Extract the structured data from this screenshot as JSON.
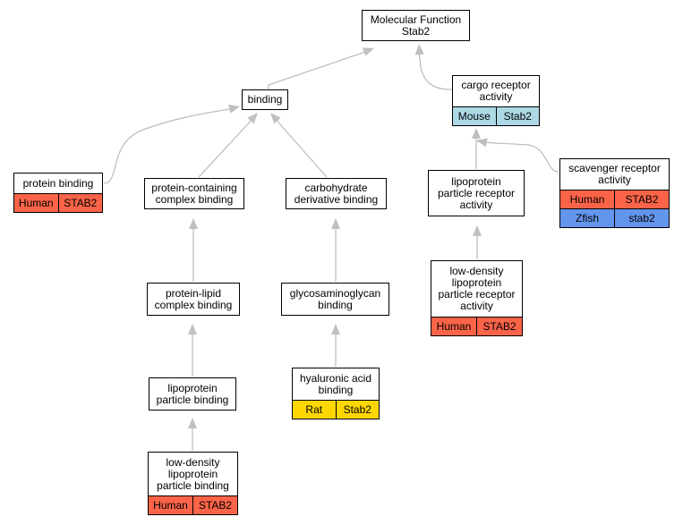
{
  "colors": {
    "edge": "#c0c0c0",
    "human": "#fb6448",
    "mouse": "#add8e6",
    "rat": "#ffd700",
    "zfish": "#6495ed"
  },
  "nodes": {
    "mf": {
      "title": "Molecular Function\nStab2",
      "annotations": []
    },
    "binding": {
      "title": "binding",
      "annotations": []
    },
    "cargo": {
      "title": "cargo receptor\nactivity",
      "annotations": [
        {
          "species": "Mouse",
          "gene": "Stab2",
          "color": "#add8e6"
        }
      ]
    },
    "protein_binding": {
      "title": "protein binding",
      "annotations": [
        {
          "species": "Human",
          "gene": "STAB2",
          "color": "#fb6448"
        }
      ]
    },
    "pcc": {
      "title": "protein-containing\ncomplex binding",
      "annotations": []
    },
    "carb": {
      "title": "carbohydrate\nderivative binding",
      "annotations": []
    },
    "lpr": {
      "title": "lipoprotein\nparticle receptor\nactivity",
      "annotations": []
    },
    "scav": {
      "title": "scavenger receptor\nactivity",
      "annotations": [
        {
          "species": "Human",
          "gene": "STAB2",
          "color": "#fb6448"
        },
        {
          "species": "Zfish",
          "gene": "stab2",
          "color": "#6495ed"
        }
      ]
    },
    "plcb": {
      "title": "protein-lipid\ncomplex binding",
      "annotations": []
    },
    "gag": {
      "title": "glycosaminoglycan\nbinding",
      "annotations": []
    },
    "ldlr": {
      "title": "low-density\nlipoprotein\nparticle receptor\nactivity",
      "annotations": [
        {
          "species": "Human",
          "gene": "STAB2",
          "color": "#fb6448"
        }
      ]
    },
    "lpb": {
      "title": "lipoprotein\nparticle binding",
      "annotations": []
    },
    "ha": {
      "title": "hyaluronic acid\nbinding",
      "annotations": [
        {
          "species": "Rat",
          "gene": "Stab2",
          "color": "#ffd700"
        }
      ]
    },
    "ldlb": {
      "title": "low-density\nlipoprotein\nparticle binding",
      "annotations": [
        {
          "species": "Human",
          "gene": "STAB2",
          "color": "#fb6448"
        }
      ]
    }
  },
  "edges": [
    {
      "from": "binding",
      "to": "mf"
    },
    {
      "from": "cargo",
      "to": "mf"
    },
    {
      "from": "protein_binding",
      "to": "binding"
    },
    {
      "from": "pcc",
      "to": "binding"
    },
    {
      "from": "carb",
      "to": "binding"
    },
    {
      "from": "lpr",
      "to": "cargo"
    },
    {
      "from": "scav",
      "to": "cargo"
    },
    {
      "from": "plcb",
      "to": "pcc"
    },
    {
      "from": "gag",
      "to": "carb"
    },
    {
      "from": "ldlr",
      "to": "lpr"
    },
    {
      "from": "lpb",
      "to": "plcb"
    },
    {
      "from": "ha",
      "to": "gag"
    },
    {
      "from": "ldlb",
      "to": "lpb"
    }
  ]
}
